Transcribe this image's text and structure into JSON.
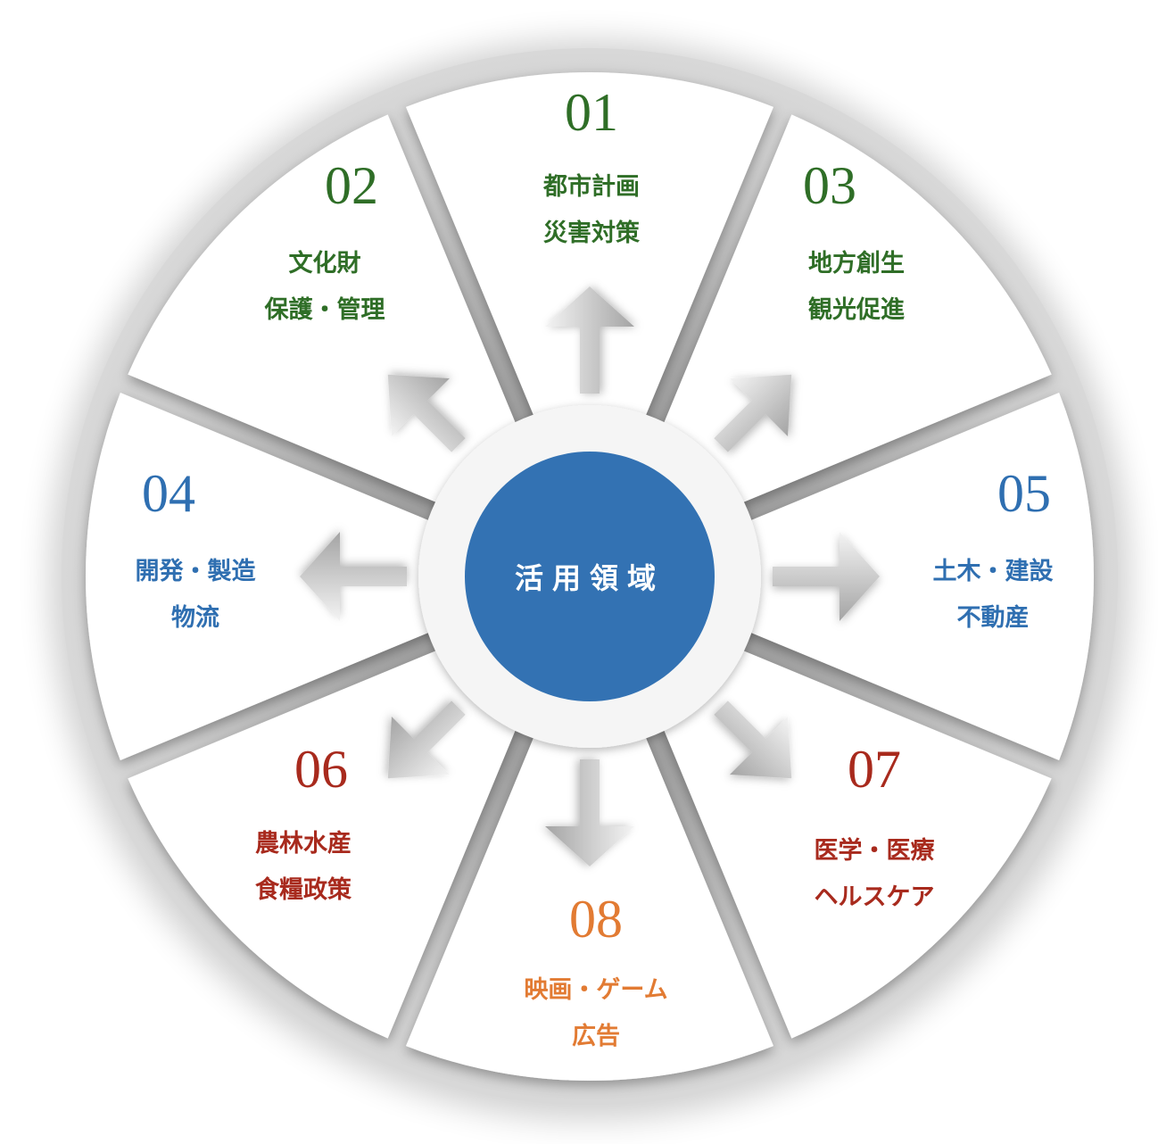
{
  "center": {
    "label": "活用領域",
    "color": "#3372b3"
  },
  "colors": {
    "green": "#2f6e27",
    "blue": "#2f6fb1",
    "red": "#a82a1d",
    "orange": "#e27b33"
  },
  "segments": [
    {
      "number": "01",
      "lines": [
        "都市計画",
        "災害対策"
      ],
      "color": "#2f6e27"
    },
    {
      "number": "02",
      "lines": [
        "文化財",
        "保護・管理"
      ],
      "color": "#2f6e27"
    },
    {
      "number": "03",
      "lines": [
        "地方創生",
        "観光促進"
      ],
      "color": "#2f6e27"
    },
    {
      "number": "04",
      "lines": [
        "開発・製造",
        "物流"
      ],
      "color": "#2f6fb1"
    },
    {
      "number": "05",
      "lines": [
        "土木・建設",
        "不動産"
      ],
      "color": "#2f6fb1"
    },
    {
      "number": "06",
      "lines": [
        "農林水産",
        "食糧政策"
      ],
      "color": "#a82a1d"
    },
    {
      "number": "07",
      "lines": [
        "医学・医療",
        "ヘルスケア"
      ],
      "color": "#a82a1d"
    },
    {
      "number": "08",
      "lines": [
        "映画・ゲーム",
        "広告"
      ],
      "color": "#e27b33"
    }
  ],
  "arrow_icons": [
    "arrow-up-icon",
    "arrow-up-left-icon",
    "arrow-up-right-icon",
    "arrow-left-icon",
    "arrow-right-icon",
    "arrow-down-left-icon",
    "arrow-down-right-icon",
    "arrow-down-icon"
  ]
}
